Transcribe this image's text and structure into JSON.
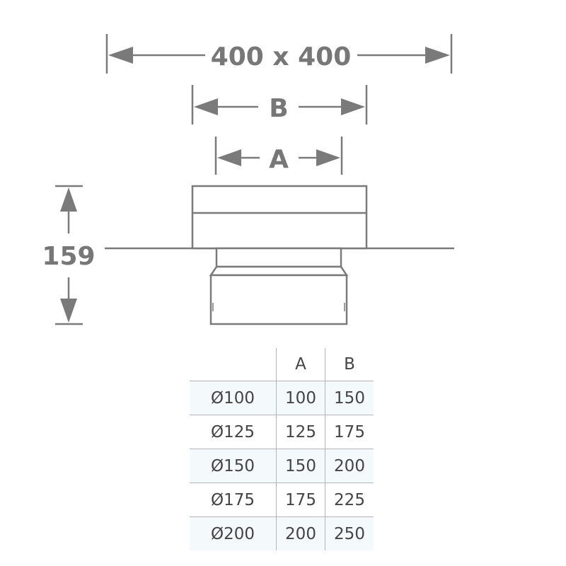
{
  "dimensions": {
    "overall": "400 x 400",
    "b": "B",
    "a": "A",
    "height": "159"
  },
  "colors": {
    "line": "#7a7a7a",
    "label": "#777777",
    "table_text": "#444444",
    "row_shade": "#f4f9fb"
  },
  "table": {
    "headers": [
      "",
      "A",
      "B"
    ],
    "rows": [
      [
        "Ø100",
        "100",
        "150"
      ],
      [
        "Ø125",
        "125",
        "175"
      ],
      [
        "Ø150",
        "150",
        "200"
      ],
      [
        "Ø175",
        "175",
        "225"
      ],
      [
        "Ø200",
        "200",
        "250"
      ]
    ]
  }
}
